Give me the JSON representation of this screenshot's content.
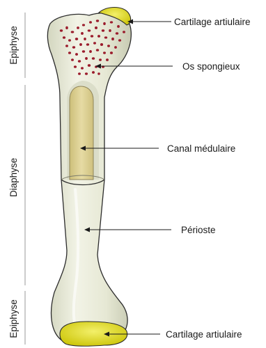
{
  "labels": {
    "cartilage_top": "Cartilage artiulaire",
    "spongy_bone": "Os spongieux",
    "medullary_canal": "Canal médulaire",
    "periosteum": "Périoste",
    "cartilage_bottom": "Cartilage artiulaire"
  },
  "sections": {
    "epiphysis_top": "Epiphyse",
    "diaphysis": "Diaphyse",
    "epiphysis_bottom": "Epiphyse"
  },
  "colors": {
    "bone": "#e9ebd9",
    "bone_shadow": "#c9ccb4",
    "spongy_dots": "#9b1c2c",
    "marrow": "#ddd08f",
    "cartilage": "#e4e11b",
    "outline": "#2b2b2b"
  }
}
